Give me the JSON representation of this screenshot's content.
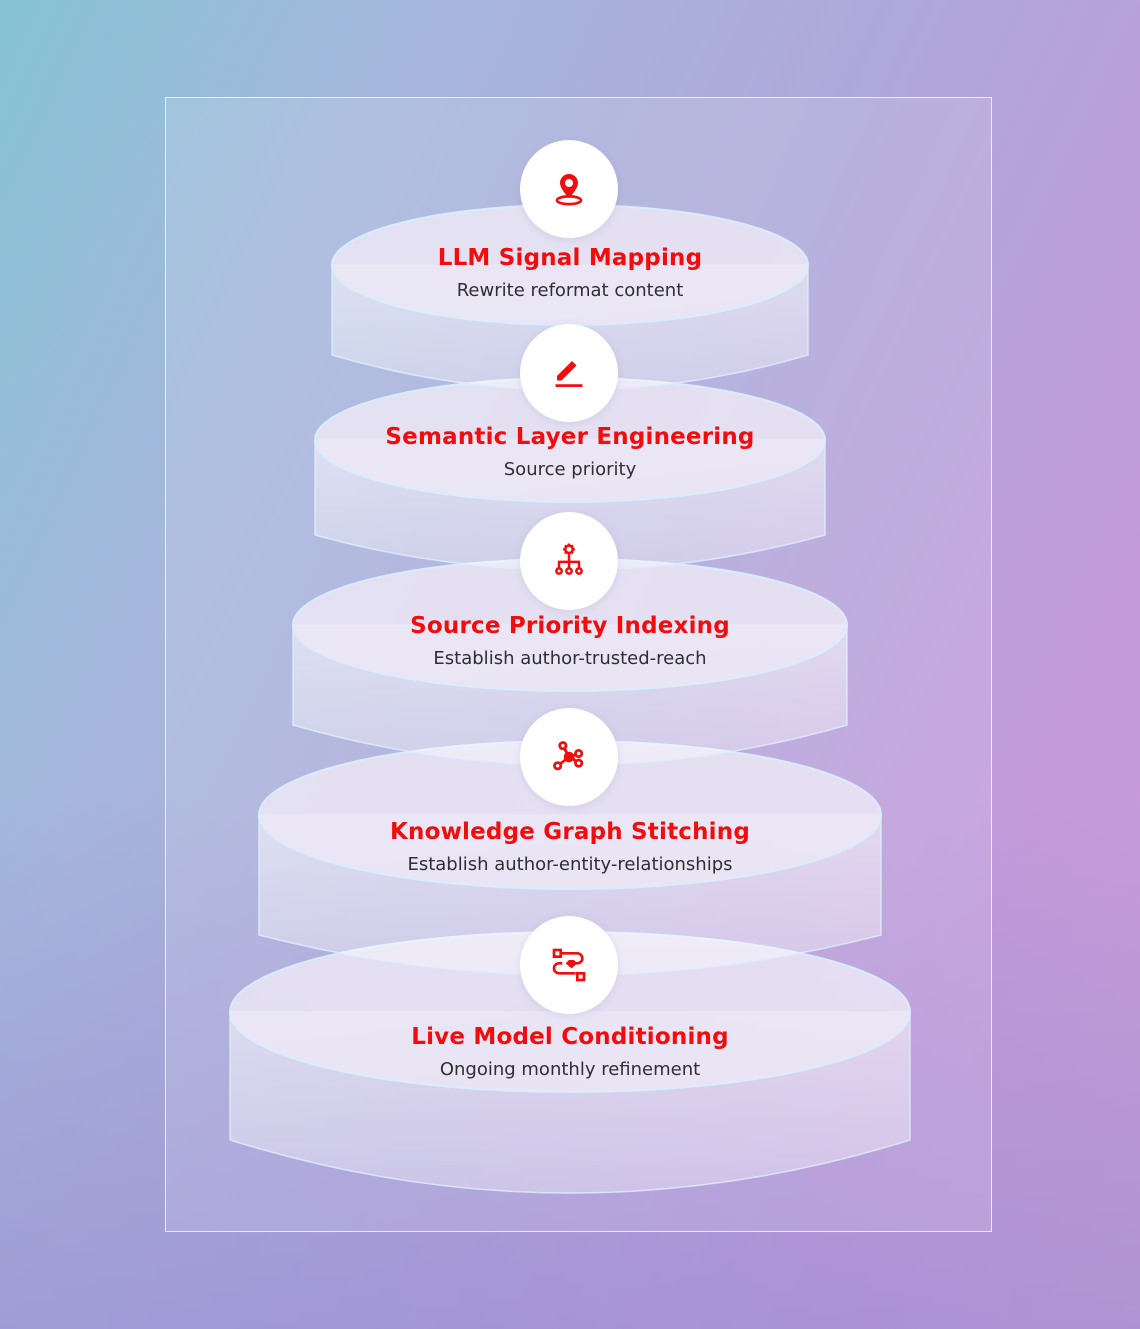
{
  "colors": {
    "accent": "#f20c0c",
    "text": "#2e2e33"
  },
  "tiers": [
    {
      "title": "LLM Signal Mapping",
      "subtitle": "Rewrite reformat content",
      "icon": "map-pin-icon"
    },
    {
      "title": "Semantic Layer Engineering",
      "subtitle": "Source priority",
      "icon": "pencil-icon"
    },
    {
      "title": "Source Priority Indexing",
      "subtitle": "Establish author-trusted-reach",
      "icon": "hierarchy-gear-icon"
    },
    {
      "title": "Knowledge Graph Stitching",
      "subtitle": "Establish author-entity-relationships",
      "icon": "graph-nodes-icon"
    },
    {
      "title": "Live Model Conditioning",
      "subtitle": "Ongoing monthly refinement",
      "icon": "workflow-icon"
    }
  ]
}
